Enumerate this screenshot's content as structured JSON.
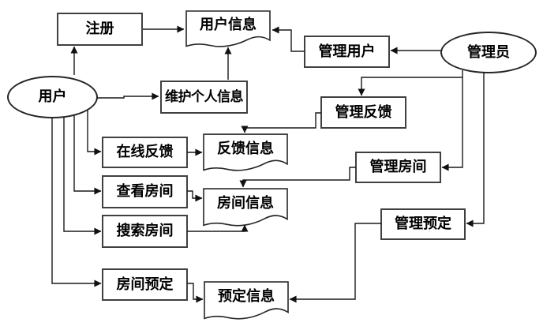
{
  "diagram": {
    "external_entities": [
      {
        "id": "user",
        "label": "用户"
      },
      {
        "id": "admin",
        "label": "管理员"
      }
    ],
    "processes": [
      {
        "id": "register",
        "label": "注册"
      },
      {
        "id": "maintain-personal-info",
        "label": "维护个人信息"
      },
      {
        "id": "online-feedback",
        "label": "在线反馈"
      },
      {
        "id": "view-rooms",
        "label": "查看房间"
      },
      {
        "id": "search-rooms",
        "label": "搜索房间"
      },
      {
        "id": "room-booking",
        "label": "房间预定"
      },
      {
        "id": "manage-users",
        "label": "管理用户"
      },
      {
        "id": "manage-feedback",
        "label": "管理反馈"
      },
      {
        "id": "manage-rooms",
        "label": "管理房间"
      },
      {
        "id": "manage-booking",
        "label": "管理预定"
      }
    ],
    "data_stores": [
      {
        "id": "user-info",
        "label": "用户信息"
      },
      {
        "id": "feedback-info",
        "label": "反馈信息"
      },
      {
        "id": "room-info",
        "label": "房间信息"
      },
      {
        "id": "booking-info",
        "label": "预定信息"
      }
    ],
    "flows": [
      {
        "from": "用户",
        "to": "注册"
      },
      {
        "from": "用户",
        "to": "维护个人信息"
      },
      {
        "from": "用户",
        "to": "在线反馈"
      },
      {
        "from": "用户",
        "to": "查看房间"
      },
      {
        "from": "用户",
        "to": "搜索房间"
      },
      {
        "from": "用户",
        "to": "房间预定"
      },
      {
        "from": "注册",
        "to": "用户信息"
      },
      {
        "from": "维护个人信息",
        "to": "用户信息"
      },
      {
        "from": "管理用户",
        "to": "用户信息"
      },
      {
        "from": "管理员",
        "to": "管理用户"
      },
      {
        "from": "管理员",
        "to": "管理反馈"
      },
      {
        "from": "管理员",
        "to": "管理房间"
      },
      {
        "from": "管理员",
        "to": "管理预定"
      },
      {
        "from": "管理反馈",
        "to": "反馈信息"
      },
      {
        "from": "在线反馈",
        "to": "反馈信息"
      },
      {
        "from": "查看房间",
        "to": "房间信息"
      },
      {
        "from": "搜索房间",
        "to": "房间信息"
      },
      {
        "from": "管理房间",
        "to": "房间信息"
      },
      {
        "from": "房间预定",
        "to": "预定信息"
      },
      {
        "from": "管理预定",
        "to": "预定信息"
      }
    ],
    "colors": {
      "background": "#ffffff",
      "stroke": "#1a1a1a",
      "border": "#404040",
      "text": "#000000",
      "node_fill": "#ffffff"
    }
  }
}
